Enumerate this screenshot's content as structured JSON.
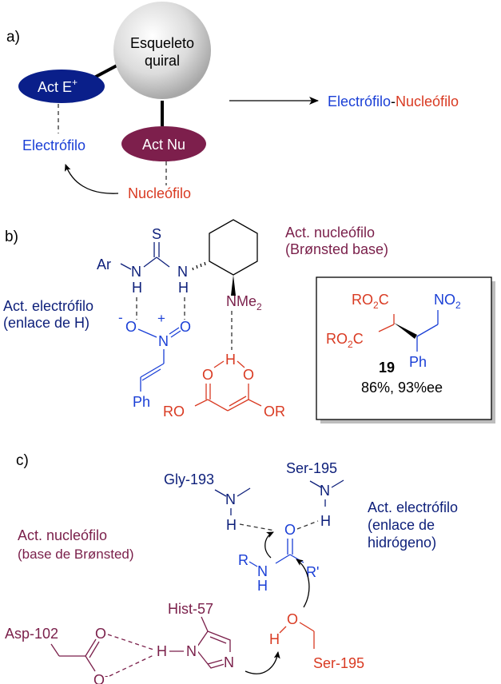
{
  "panel_a": {
    "label": "a)",
    "scaffold_line1": "Esqueleto",
    "scaffold_line2": "quiral",
    "act_e": "Act E",
    "act_e_sup": "+",
    "act_nu": "Act Nu",
    "electrophile": "Electrófilo",
    "nucleophile": "Nucleófilo",
    "product_e": "Electrófilo",
    "product_dash": "-",
    "product_nu": "Nucleófilo"
  },
  "panel_b": {
    "label": "b)",
    "S": "S",
    "Ar": "Ar",
    "N": "N",
    "H": "H",
    "NMe": "NMe",
    "sub2": "2",
    "nucleo_act_line1": "Act. nucleófilo",
    "nucleo_act_line2": "(Brønsted base)",
    "electro_act_line1": "Act. electrófilo",
    "electro_act_line2": "(enlace de H)",
    "minus": "-",
    "plus": "+",
    "O": "O",
    "Ph": "Ph",
    "RO": "RO",
    "OR": "OR",
    "product_box": {
      "ro2c": "RO",
      "c": "C",
      "no2": "NO",
      "ph": "Ph",
      "compound_number": "19",
      "yield_ee": "86%, 93%ee"
    }
  },
  "panel_c": {
    "label": "c)",
    "gly": "Gly-193",
    "ser_top": "Ser-195",
    "electro_act_line1": "Act. electrófilo",
    "electro_act_line2": "(enlace de",
    "electro_act_line3": "hidrógeno)",
    "nucleo_act_line1": "Act. nucleófilo",
    "nucleo_act_line2": "(base de Brønsted)",
    "N": "N",
    "H": "H",
    "O": "O",
    "R": "R",
    "Rp": "R'",
    "hist": "Hist-57",
    "asp": "Asp-102",
    "ser_bottom": "Ser-195",
    "Ominus": "O",
    "minus": "-"
  },
  "colors": {
    "electrophile_blue": "#1a3fd6",
    "enzyme_navy": "#0d1f7a",
    "nucleophile_red": "#d93a22",
    "base_plum": "#7a1f4a",
    "act_e_fill": "#0a1f8a",
    "act_nu_fill": "#7d1f4c"
  }
}
